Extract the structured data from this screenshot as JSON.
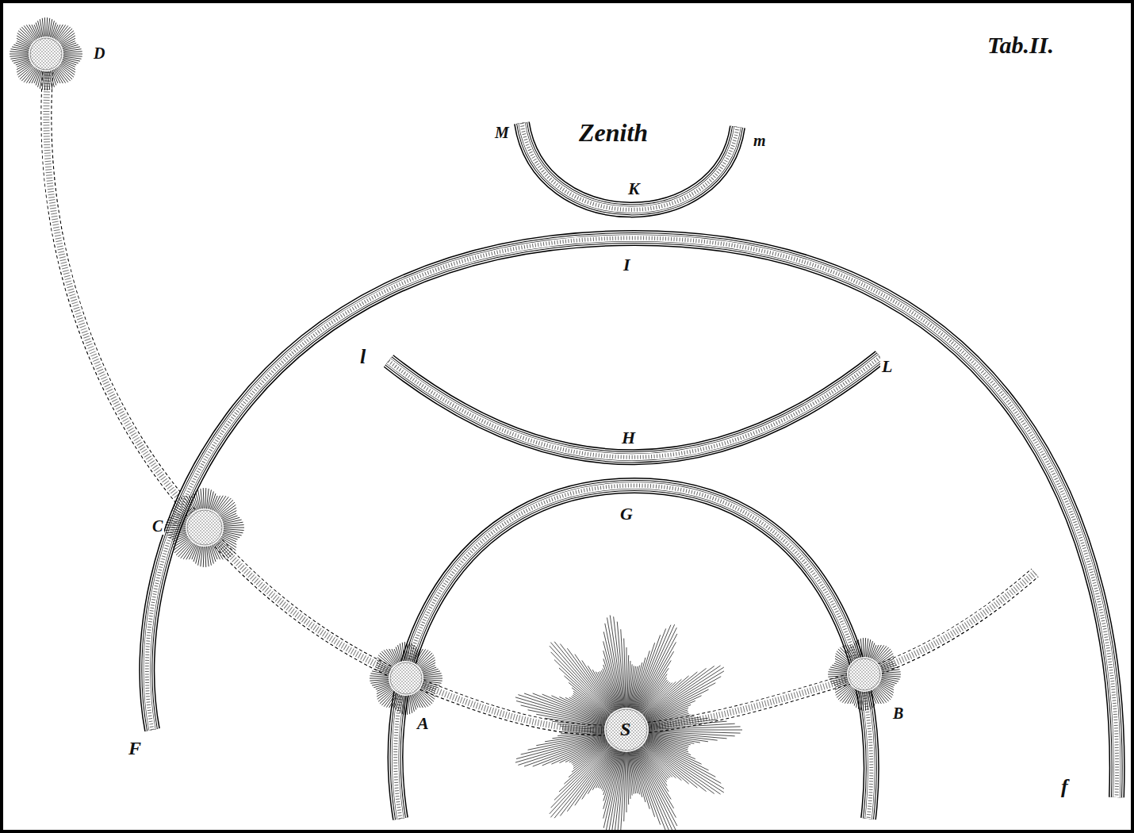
{
  "diagram": {
    "labels": [
      "Tab.II.",
      "D",
      "Zenith",
      "M",
      "m",
      "K",
      "I",
      "l",
      "L",
      "H",
      "G",
      "C",
      "A",
      "S",
      "B",
      "F",
      "f"
    ]
  }
}
